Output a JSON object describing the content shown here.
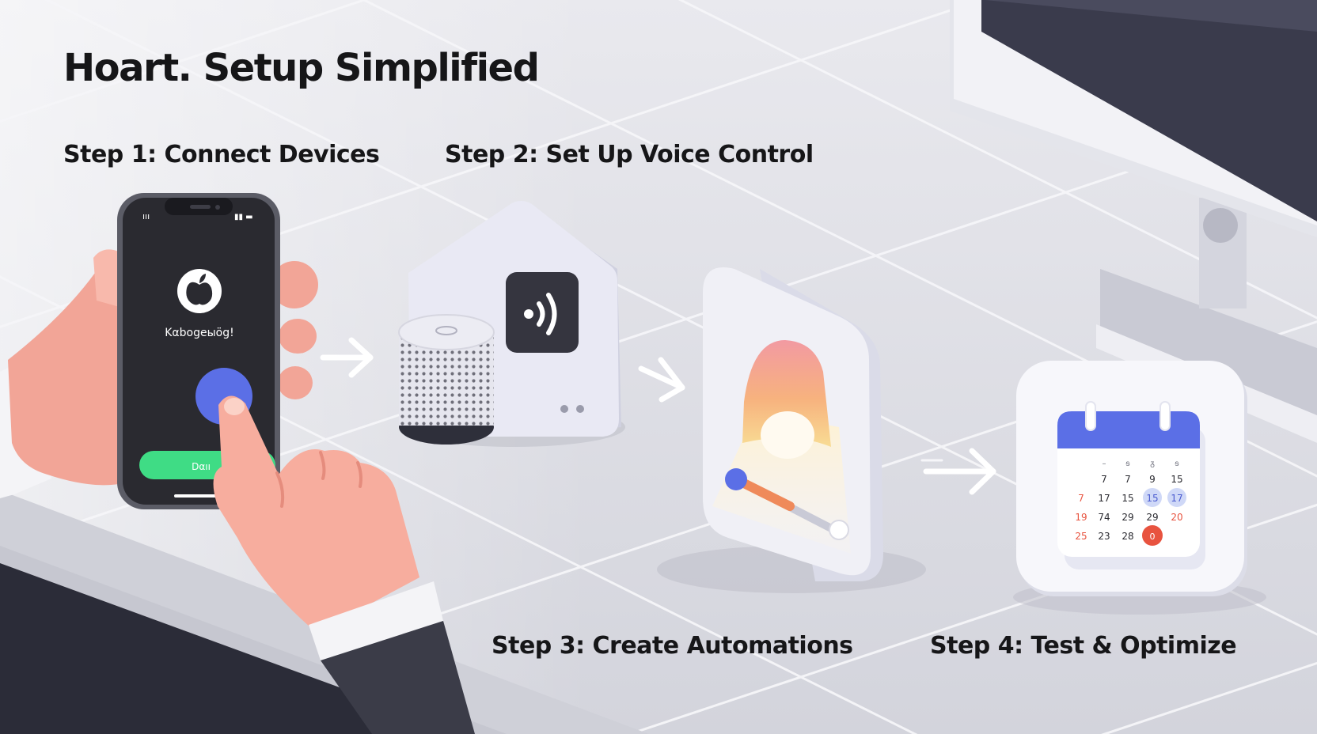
{
  "title": "Hoart. Setup Simplified",
  "steps": [
    {
      "label": "Step 1: Connect Devices"
    },
    {
      "label": "Step 2: Set Up Voice Control"
    },
    {
      "label": "Step 3: Create Automations"
    },
    {
      "label": "Step 4: Test & Optimize"
    }
  ],
  "phone": {
    "status_time": "ııı",
    "app_name": "Kαbogeыög!",
    "button_label": "Dαıı"
  },
  "calendar": {
    "weekday_row": [
      "–",
      "ᵴ",
      "ᵹ",
      "ᵴ"
    ],
    "rows": [
      [
        "7",
        "7",
        "9",
        "15"
      ],
      [
        "7",
        "17",
        "15",
        "15",
        "17"
      ],
      [
        "19",
        "74",
        "29",
        "29",
        "20"
      ],
      [
        "25",
        "23",
        "28",
        "0"
      ]
    ]
  },
  "colors": {
    "background": "#e6e6ec",
    "phone_dark": "#2a2a30",
    "accent_blue": "#5b6fe6",
    "accent_green": "#3fdc85",
    "skin": "#f3a89a",
    "calendar_red": "#e8533f"
  },
  "icons": [
    "apple-logo-icon",
    "voice-signal-icon",
    "arrow-right-icon",
    "calendar-icon"
  ]
}
